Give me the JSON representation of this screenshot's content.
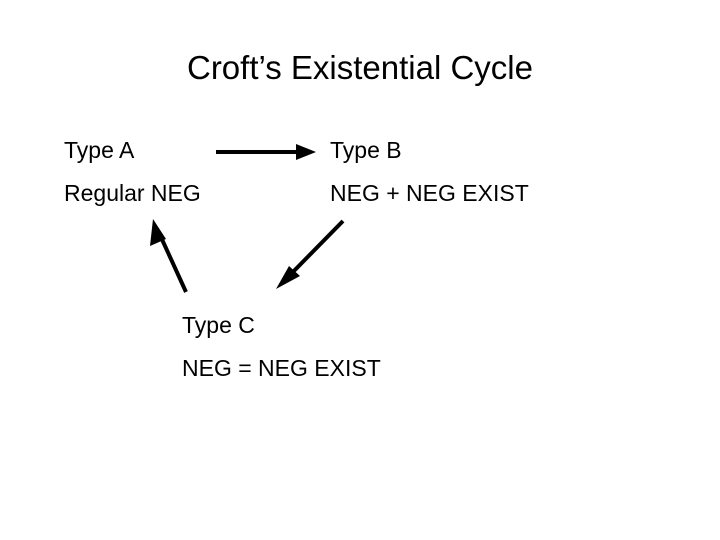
{
  "slide": {
    "title": "Croft’s Existential Cycle",
    "background_color": "#ffffff",
    "text_color": "#000000"
  },
  "diagram": {
    "nodes": [
      {
        "id": "type-a",
        "name": "Type A",
        "description": "Regular NEG"
      },
      {
        "id": "type-b",
        "name": "Type B",
        "description": "NEG + NEG EXIST"
      },
      {
        "id": "type-c",
        "name": "Type C",
        "description": "NEG = NEG EXIST"
      }
    ],
    "arrows": [
      {
        "id": "a-to-b",
        "from": "Type A",
        "to": "Type B",
        "direction": "right"
      },
      {
        "id": "b-to-c",
        "from": "Type B",
        "to": "Type C",
        "direction": "down-left"
      },
      {
        "id": "c-to-a",
        "from": "Type C",
        "to": "Type A",
        "direction": "up-left"
      }
    ]
  }
}
